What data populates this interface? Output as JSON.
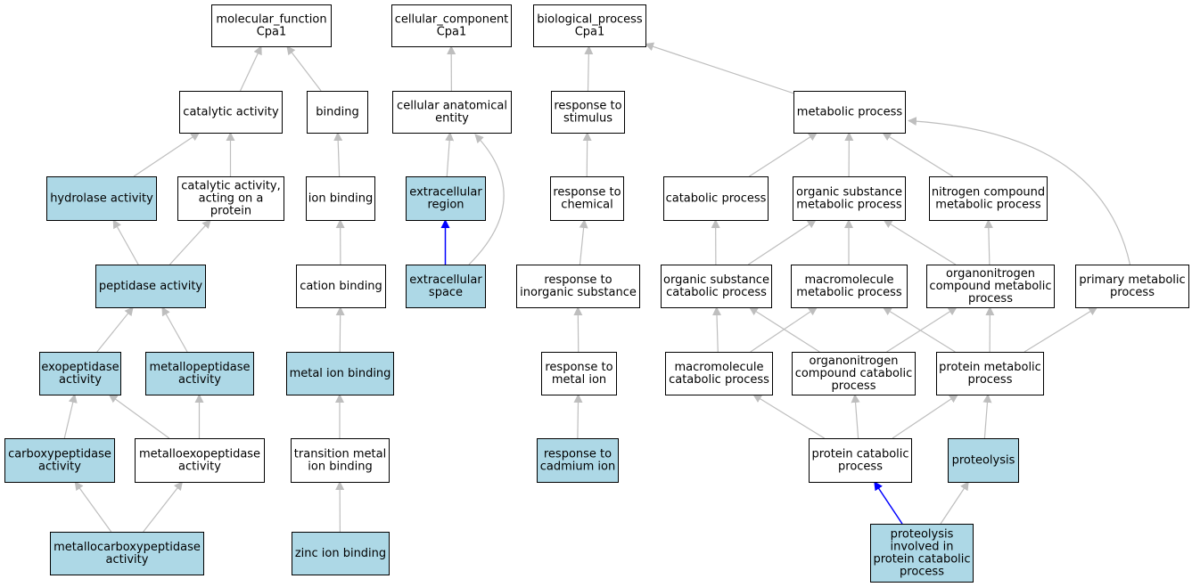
{
  "colors": {
    "highlight_fill": "#add8e6",
    "plain_fill": "#ffffff",
    "edge_gray": "#bebebe",
    "edge_blue": "#0000ff"
  },
  "nodes": [
    {
      "id": "mf",
      "lines": [
        "molecular_function",
        "Cpa1"
      ],
      "highlight": false
    },
    {
      "id": "cc",
      "lines": [
        "cellular_component",
        "Cpa1"
      ],
      "highlight": false
    },
    {
      "id": "bp",
      "lines": [
        "biological_process",
        "Cpa1"
      ],
      "highlight": false
    },
    {
      "id": "catalytic",
      "lines": [
        "catalytic activity"
      ],
      "highlight": false
    },
    {
      "id": "binding",
      "lines": [
        "binding"
      ],
      "highlight": false
    },
    {
      "id": "cae",
      "lines": [
        "cellular anatomical",
        "entity"
      ],
      "highlight": false
    },
    {
      "id": "rstim",
      "lines": [
        "response to",
        "stimulus"
      ],
      "highlight": false
    },
    {
      "id": "metab",
      "lines": [
        "metabolic process"
      ],
      "highlight": false
    },
    {
      "id": "hydrolase",
      "lines": [
        "hydrolase activity"
      ],
      "highlight": true
    },
    {
      "id": "catprot",
      "lines": [
        "catalytic activity,",
        "acting on a",
        "protein"
      ],
      "highlight": false
    },
    {
      "id": "ionbind",
      "lines": [
        "ion binding"
      ],
      "highlight": false
    },
    {
      "id": "exreg",
      "lines": [
        "extracellular",
        "region"
      ],
      "highlight": true
    },
    {
      "id": "rchem",
      "lines": [
        "response to",
        "chemical"
      ],
      "highlight": false
    },
    {
      "id": "catab",
      "lines": [
        "catabolic process"
      ],
      "highlight": false
    },
    {
      "id": "osmp",
      "lines": [
        "organic substance",
        "metabolic process"
      ],
      "highlight": false
    },
    {
      "id": "ncmp",
      "lines": [
        "nitrogen compound",
        "metabolic process"
      ],
      "highlight": false
    },
    {
      "id": "peptidase",
      "lines": [
        "peptidase activity"
      ],
      "highlight": true
    },
    {
      "id": "cation",
      "lines": [
        "cation binding"
      ],
      "highlight": false
    },
    {
      "id": "exspace",
      "lines": [
        "extracellular",
        "space"
      ],
      "highlight": true
    },
    {
      "id": "rinorg",
      "lines": [
        "response to",
        "inorganic substance"
      ],
      "highlight": false
    },
    {
      "id": "oscp",
      "lines": [
        "organic substance",
        "catabolic process"
      ],
      "highlight": false
    },
    {
      "id": "mmp",
      "lines": [
        "macromolecule",
        "metabolic process"
      ],
      "highlight": false
    },
    {
      "id": "oncmp",
      "lines": [
        "organonitrogen",
        "compound metabolic",
        "process"
      ],
      "highlight": false
    },
    {
      "id": "pmp",
      "lines": [
        "primary metabolic",
        "process"
      ],
      "highlight": false
    },
    {
      "id": "exopep",
      "lines": [
        "exopeptidase",
        "activity"
      ],
      "highlight": true
    },
    {
      "id": "metallopep",
      "lines": [
        "metallopeptidase",
        "activity"
      ],
      "highlight": true
    },
    {
      "id": "metalion",
      "lines": [
        "metal ion binding"
      ],
      "highlight": true
    },
    {
      "id": "rmetal",
      "lines": [
        "response to",
        "metal ion"
      ],
      "highlight": false
    },
    {
      "id": "mcp",
      "lines": [
        "macromolecule",
        "catabolic process"
      ],
      "highlight": false
    },
    {
      "id": "onccp",
      "lines": [
        "organonitrogen",
        "compound catabolic",
        "process"
      ],
      "highlight": false
    },
    {
      "id": "protmp",
      "lines": [
        "protein metabolic",
        "process"
      ],
      "highlight": false
    },
    {
      "id": "carboxypep",
      "lines": [
        "carboxypeptidase",
        "activity"
      ],
      "highlight": true
    },
    {
      "id": "metalloexo",
      "lines": [
        "metalloexopeptidase",
        "activity"
      ],
      "highlight": false
    },
    {
      "id": "transmetal",
      "lines": [
        "transition metal",
        "ion binding"
      ],
      "highlight": false
    },
    {
      "id": "rcad",
      "lines": [
        "response to",
        "cadmium ion"
      ],
      "highlight": true
    },
    {
      "id": "protcat",
      "lines": [
        "protein catabolic",
        "process"
      ],
      "highlight": false
    },
    {
      "id": "proteolysis",
      "lines": [
        "proteolysis"
      ],
      "highlight": true
    },
    {
      "id": "metallocarboxy",
      "lines": [
        "metallocarboxypeptidase",
        "activity"
      ],
      "highlight": true
    },
    {
      "id": "zinc",
      "lines": [
        "zinc ion binding"
      ],
      "highlight": true
    },
    {
      "id": "proteolysiscat",
      "lines": [
        "proteolysis",
        "involved in",
        "protein catabolic",
        "process"
      ],
      "highlight": true
    }
  ],
  "edges": [
    {
      "from": "catalytic",
      "to": "mf",
      "color": "gray"
    },
    {
      "from": "binding",
      "to": "mf",
      "color": "gray"
    },
    {
      "from": "cae",
      "to": "cc",
      "color": "gray"
    },
    {
      "from": "rstim",
      "to": "bp",
      "color": "gray"
    },
    {
      "from": "metab",
      "to": "bp",
      "color": "gray"
    },
    {
      "from": "hydrolase",
      "to": "catalytic",
      "color": "gray"
    },
    {
      "from": "catprot",
      "to": "catalytic",
      "color": "gray"
    },
    {
      "from": "ionbind",
      "to": "binding",
      "color": "gray"
    },
    {
      "from": "exreg",
      "to": "cae",
      "color": "gray"
    },
    {
      "from": "exspace",
      "to": "cae",
      "color": "gray"
    },
    {
      "from": "rchem",
      "to": "rstim",
      "color": "gray"
    },
    {
      "from": "catab",
      "to": "metab",
      "color": "gray"
    },
    {
      "from": "osmp",
      "to": "metab",
      "color": "gray"
    },
    {
      "from": "ncmp",
      "to": "metab",
      "color": "gray"
    },
    {
      "from": "pmp",
      "to": "metab",
      "color": "gray"
    },
    {
      "from": "peptidase",
      "to": "hydrolase",
      "color": "gray"
    },
    {
      "from": "peptidase",
      "to": "catprot",
      "color": "gray"
    },
    {
      "from": "cation",
      "to": "ionbind",
      "color": "gray"
    },
    {
      "from": "exspace",
      "to": "exreg",
      "color": "blue"
    },
    {
      "from": "rinorg",
      "to": "rchem",
      "color": "gray"
    },
    {
      "from": "oscp",
      "to": "catab",
      "color": "gray"
    },
    {
      "from": "oscp",
      "to": "osmp",
      "color": "gray"
    },
    {
      "from": "mmp",
      "to": "osmp",
      "color": "gray"
    },
    {
      "from": "oncmp",
      "to": "osmp",
      "color": "gray"
    },
    {
      "from": "oncmp",
      "to": "ncmp",
      "color": "gray"
    },
    {
      "from": "exopep",
      "to": "peptidase",
      "color": "gray"
    },
    {
      "from": "metallopep",
      "to": "peptidase",
      "color": "gray"
    },
    {
      "from": "metalion",
      "to": "cation",
      "color": "gray"
    },
    {
      "from": "rmetal",
      "to": "rinorg",
      "color": "gray"
    },
    {
      "from": "mcp",
      "to": "oscp",
      "color": "gray"
    },
    {
      "from": "mcp",
      "to": "mmp",
      "color": "gray"
    },
    {
      "from": "onccp",
      "to": "oscp",
      "color": "gray"
    },
    {
      "from": "onccp",
      "to": "oncmp",
      "color": "gray"
    },
    {
      "from": "protmp",
      "to": "mmp",
      "color": "gray"
    },
    {
      "from": "protmp",
      "to": "oncmp",
      "color": "gray"
    },
    {
      "from": "protmp",
      "to": "pmp",
      "color": "gray"
    },
    {
      "from": "carboxypep",
      "to": "exopep",
      "color": "gray"
    },
    {
      "from": "metalloexo",
      "to": "exopep",
      "color": "gray"
    },
    {
      "from": "metalloexo",
      "to": "metallopep",
      "color": "gray"
    },
    {
      "from": "transmetal",
      "to": "metalion",
      "color": "gray"
    },
    {
      "from": "rcad",
      "to": "rmetal",
      "color": "gray"
    },
    {
      "from": "protcat",
      "to": "mcp",
      "color": "gray"
    },
    {
      "from": "protcat",
      "to": "onccp",
      "color": "gray"
    },
    {
      "from": "protcat",
      "to": "protmp",
      "color": "gray"
    },
    {
      "from": "proteolysis",
      "to": "protmp",
      "color": "gray"
    },
    {
      "from": "metallocarboxy",
      "to": "carboxypep",
      "color": "gray"
    },
    {
      "from": "metallocarboxy",
      "to": "metalloexo",
      "color": "gray"
    },
    {
      "from": "zinc",
      "to": "transmetal",
      "color": "gray"
    },
    {
      "from": "proteolysiscat",
      "to": "protcat",
      "color": "blue"
    },
    {
      "from": "proteolysiscat",
      "to": "proteolysis",
      "color": "gray"
    }
  ]
}
